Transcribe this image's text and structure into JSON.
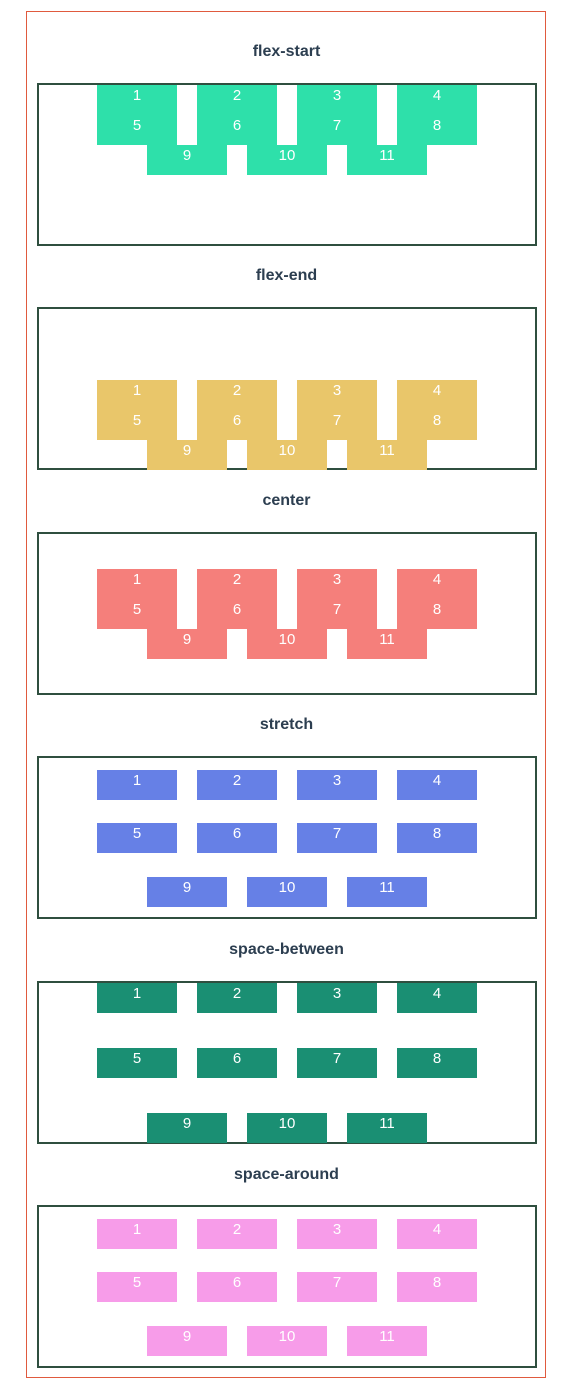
{
  "sections": [
    {
      "id": "flex-start",
      "title": "flex-start",
      "color": "#2ee0aa",
      "items": [
        "1",
        "2",
        "3",
        "4",
        "5",
        "6",
        "7",
        "8",
        "9",
        "10",
        "11"
      ]
    },
    {
      "id": "flex-end",
      "title": "flex-end",
      "color": "#e9c66a",
      "items": [
        "1",
        "2",
        "3",
        "4",
        "5",
        "6",
        "7",
        "8",
        "9",
        "10",
        "11"
      ]
    },
    {
      "id": "center",
      "title": "center",
      "color": "#f57f7b",
      "items": [
        "1",
        "2",
        "3",
        "4",
        "5",
        "6",
        "7",
        "8",
        "9",
        "10",
        "11"
      ]
    },
    {
      "id": "stretch",
      "title": "stretch",
      "color": "#6680e6",
      "items": [
        "1",
        "2",
        "3",
        "4",
        "5",
        "6",
        "7",
        "8",
        "9",
        "10",
        "11"
      ]
    },
    {
      "id": "space-between",
      "title": "space-between",
      "color": "#1a8f73",
      "items": [
        "1",
        "2",
        "3",
        "4",
        "5",
        "6",
        "7",
        "8",
        "9",
        "10",
        "11"
      ]
    },
    {
      "id": "space-around",
      "title": "space-around",
      "color": "#f79ce9",
      "items": [
        "1",
        "2",
        "3",
        "4",
        "5",
        "6",
        "7",
        "8",
        "9",
        "10",
        "11"
      ]
    }
  ]
}
